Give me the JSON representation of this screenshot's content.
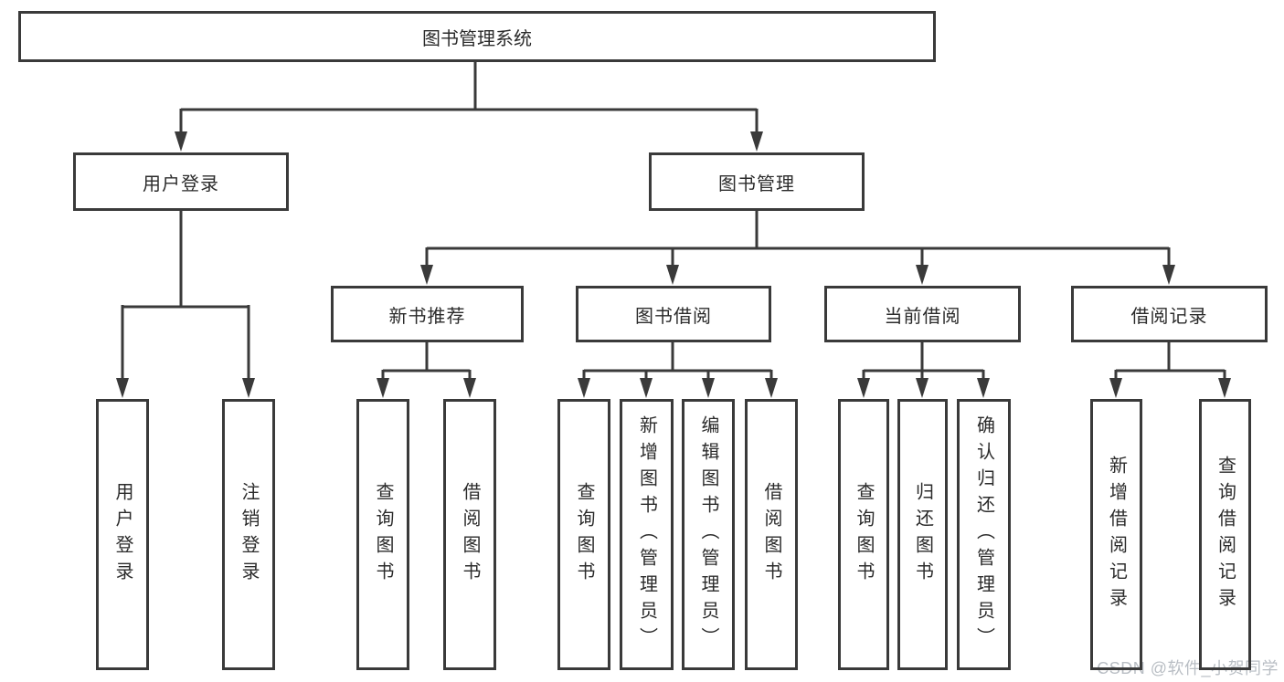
{
  "diagram_title": "图书管理系统",
  "tree": {
    "root": {
      "label": "图书管理系统",
      "children": [
        {
          "label": "用户登录",
          "children": [
            {
              "label": "用户登录"
            },
            {
              "label": "注销登录"
            }
          ]
        },
        {
          "label": "图书管理",
          "children": [
            {
              "label": "新书推荐",
              "children": [
                {
                  "label": "查询图书"
                },
                {
                  "label": "借阅图书"
                }
              ]
            },
            {
              "label": "图书借阅",
              "children": [
                {
                  "label": "查询图书"
                },
                {
                  "label": "新增图书（管理员）"
                },
                {
                  "label": "编辑图书（管理员）"
                },
                {
                  "label": "借阅图书"
                }
              ]
            },
            {
              "label": "当前借阅",
              "children": [
                {
                  "label": "查询图书"
                },
                {
                  "label": "归还图书"
                },
                {
                  "label": "确认归还（管理员）"
                }
              ]
            },
            {
              "label": "借阅记录",
              "children": [
                {
                  "label": "新增借阅记录"
                },
                {
                  "label": "查询借阅记录"
                }
              ]
            }
          ]
        }
      ]
    }
  },
  "watermark": {
    "text": "CSDN @软件_小贺同学"
  },
  "colors": {
    "line": "#3a3a3a",
    "border": "#3a3a3a",
    "text": "#2b2b2b",
    "watermark": "#b9bec4",
    "background": "#ffffff"
  }
}
